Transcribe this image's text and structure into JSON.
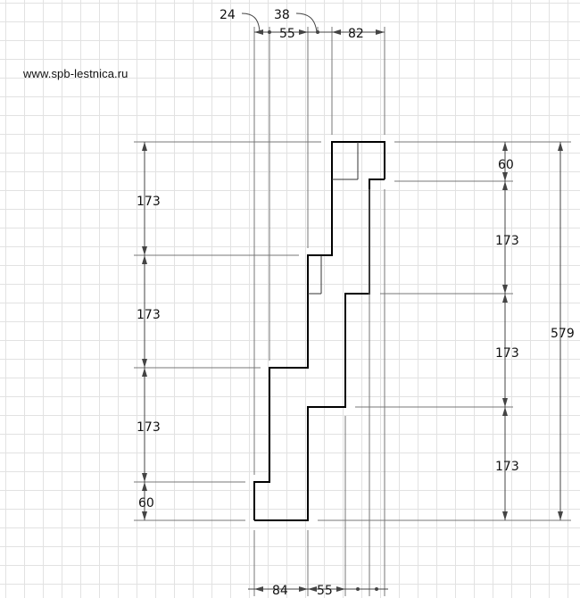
{
  "site_url": "www.spb-lestnica.ru",
  "dimensions": {
    "top_a": "24",
    "top_b": "55",
    "top_c": "38",
    "top_d": "82",
    "left_riser_1": "173",
    "left_riser_2": "173",
    "left_riser_3": "173",
    "left_bottom": "60",
    "right_top": "60",
    "right_riser_1": "173",
    "right_riser_2": "173",
    "right_riser_3": "173",
    "total_height": "579",
    "bottom_a": "84",
    "bottom_b": "55"
  },
  "colors": {
    "line": "#000000",
    "dim_line": "#555555",
    "grid": "#e2e2e2"
  }
}
